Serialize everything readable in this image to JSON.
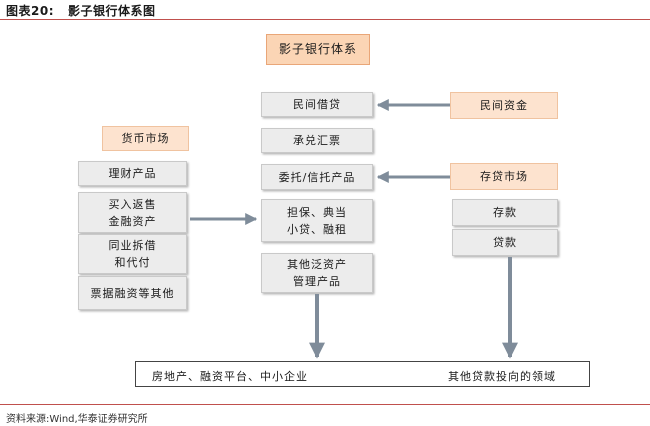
{
  "header": {
    "figure_label": "图表20:",
    "title": "影子银行体系图"
  },
  "main_title": "影子银行体系",
  "left_column": {
    "header": "货币市场",
    "items": [
      "理财产品",
      "买入返售\n金融资产",
      "同业拆借\n和代付",
      "票据融资等其他"
    ]
  },
  "center_column": {
    "items": [
      "民间借贷",
      "承兑汇票",
      "委托/信托产品",
      "担保、典当\n小贷、融租",
      "其他泛资产\n管理产品"
    ]
  },
  "right_column": {
    "private_capital": "民间资金",
    "deposit_market": "存贷市场",
    "items": [
      "存款",
      "贷款"
    ]
  },
  "destinations": {
    "left": "房地产、融资平台、中小企业",
    "right": "其他贷款投向的领域"
  },
  "source": "资料来源:Wind,华泰证券研究所",
  "colors": {
    "rule": "#c0504d",
    "orange": "#fbd5b5",
    "gray_box": "#ececec",
    "arrow": "#7f8c9a"
  }
}
